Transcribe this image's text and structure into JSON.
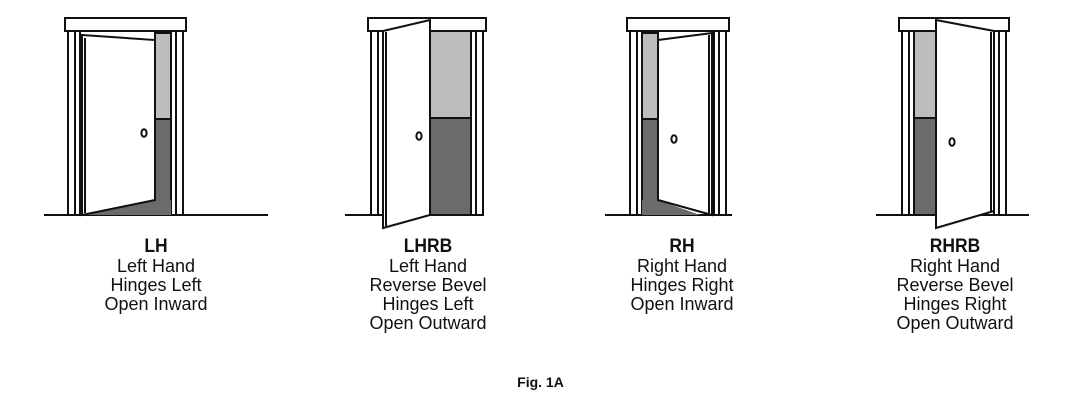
{
  "figure_label": "Fig. 1A",
  "colors": {
    "stroke": "#111111",
    "light_gray": "#bdbdbd",
    "dark_gray": "#6b6b6b",
    "background": "#ffffff"
  },
  "doors": [
    {
      "code": "LH",
      "lines": [
        "Left Hand",
        "Hinges Left",
        "Open Inward"
      ]
    },
    {
      "code": "LHRB",
      "lines": [
        "Left Hand",
        "Reverse Bevel",
        "Hinges Left",
        "Open Outward"
      ]
    },
    {
      "code": "RH",
      "lines": [
        "Right Hand",
        "Hinges Right",
        "Open Inward"
      ]
    },
    {
      "code": "RHRB",
      "lines": [
        "Right Hand",
        "Reverse Bevel",
        "Hinges Right",
        "Open Outward"
      ]
    }
  ]
}
